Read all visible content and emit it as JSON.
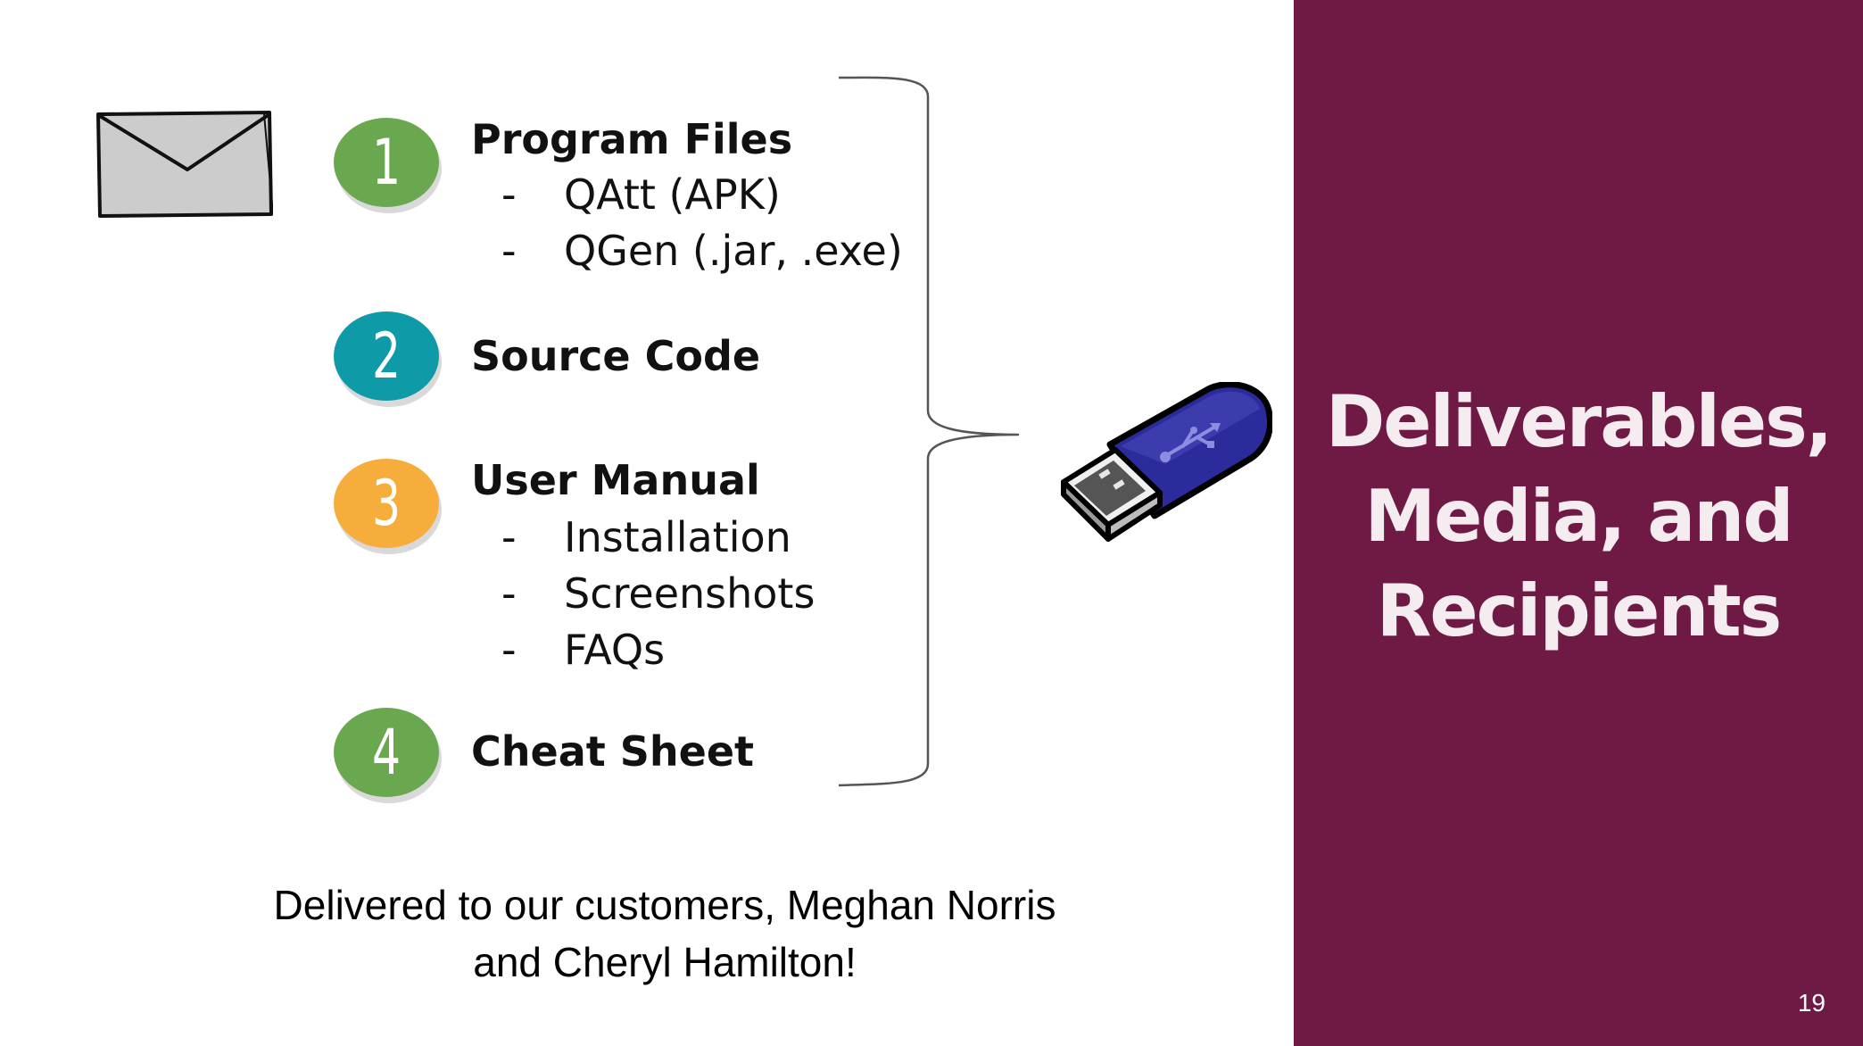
{
  "side_panel": {
    "title_lines": [
      "Deliverables,",
      "Media, and",
      "Recipients"
    ],
    "page_number": "19",
    "background": "#6f1a45"
  },
  "deliverables": [
    {
      "number": "1",
      "color": "#6aa84f",
      "title": "Program Files",
      "items": [
        "QAtt (APK)",
        "QGen (.jar, .exe)"
      ]
    },
    {
      "number": "2",
      "color": "#0e9aa7",
      "title": "Source Code",
      "items": []
    },
    {
      "number": "3",
      "color": "#f6ad3c",
      "title": "User Manual",
      "items": [
        "Installation",
        "Screenshots",
        "FAQs"
      ]
    },
    {
      "number": "4",
      "color": "#6aa84f",
      "title": "Cheat Sheet",
      "items": []
    }
  ],
  "bullet_marker": "-",
  "icons": {
    "envelope": "envelope-icon",
    "usb": "usb-drive-icon"
  },
  "footer": {
    "lines": [
      "Delivered to our customers, Meghan Norris",
      "and Cheryl Hamilton!"
    ]
  }
}
